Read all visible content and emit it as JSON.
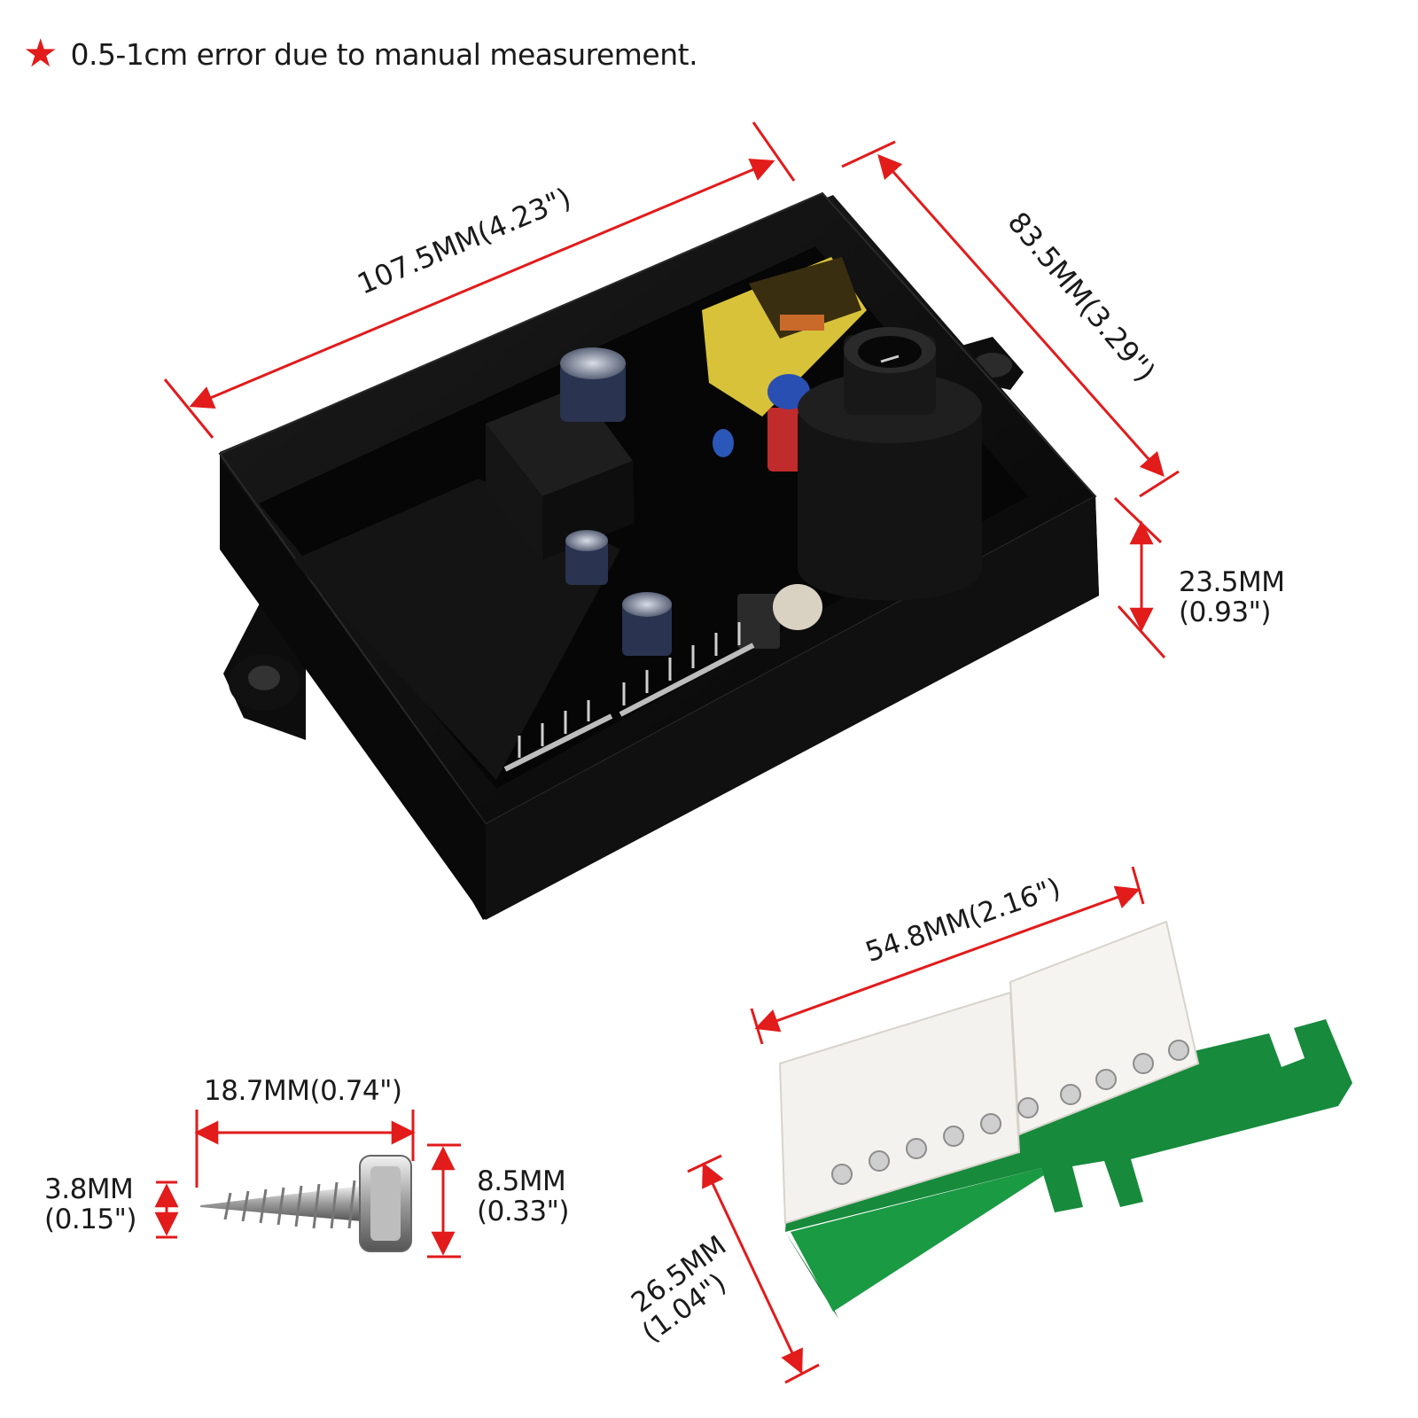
{
  "note": {
    "icon": "star-icon",
    "icon_color": "#e21b1b",
    "text": "0.5-1cm error due to manual measurement."
  },
  "accent_color": "#e21b1b",
  "dimensions": {
    "board_length": "107.5MM(4.23\")",
    "board_width": "83.5MM(3.29\")",
    "board_height_mm": "23.5MM",
    "board_height_in": "(0.93\")",
    "connector_length": "54.8MM(2.16\")",
    "connector_height_mm": "26.5MM",
    "connector_height_in": "(1.04\")",
    "screw_length": "18.7MM(0.74\")",
    "screw_shank_mm": "3.8MM",
    "screw_shank_in": "(0.15\")",
    "screw_head_mm": "8.5MM",
    "screw_head_in": "(0.33\")"
  }
}
